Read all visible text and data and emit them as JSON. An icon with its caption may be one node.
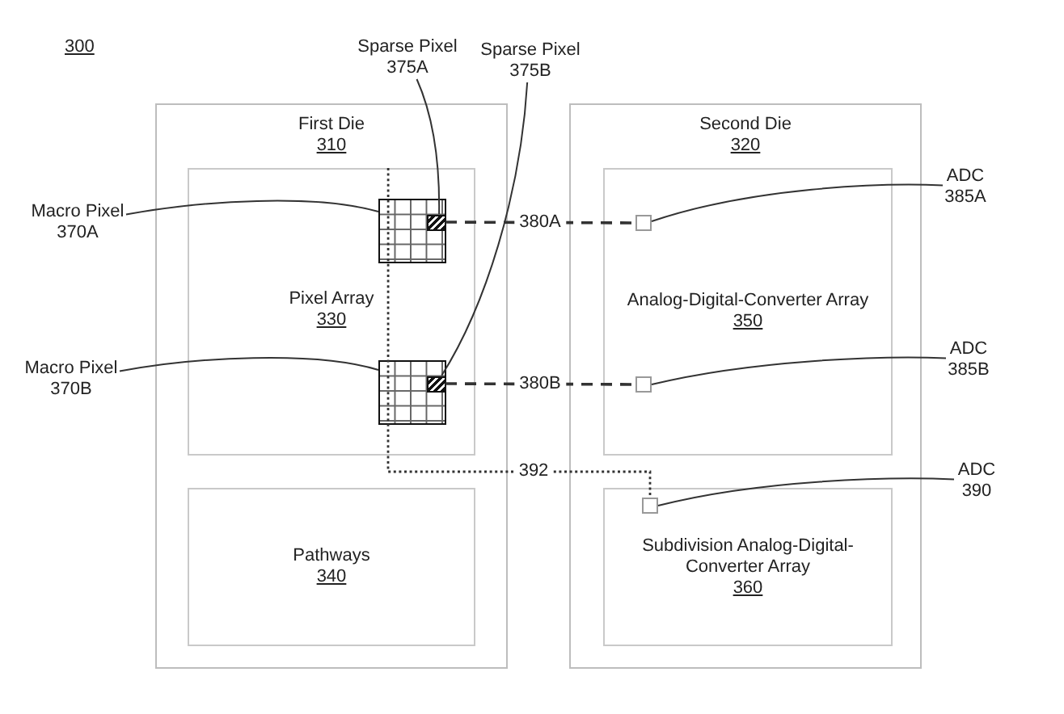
{
  "diagram": {
    "nodes": [
      {
        "text": [
          "Sparse Pixel 375A"
        ]
      },
      {
        "text": [
          "Sparse Pixel 375B"
        ]
      },
      {
        "text": [
          "First Die",
          "310"
        ]
      },
      {
        "text": [
          "Pixel Array",
          "330"
        ],
        "in": 2
      },
      {
        "text": [],
        "shape": "box",
        "in": 3
      },
      {
        "text": [],
        "shape": "box",
        "in": 4
      },
      {
        "text": [],
        "shape": "box",
        "in": 3
      },
      {
        "text": [],
        "shape": "box",
        "in": 6
      },
      {
        "text": [
          "Pathways",
          "340"
        ],
        "in": 2
      },
      {
        "text": [
          "Second Die",
          "320"
        ]
      },
      {
        "text": [
          "Analog-Digital-Converter Array",
          "350"
        ],
        "in": 9
      },
      {
        "text": [],
        "shape": "box",
        "in": 10
      },
      {
        "text": [],
        "shape": "box",
        "in": 10
      },
      {
        "text": [
          "Subdivision Analog-Digital-Converter Array",
          "360"
        ],
        "in": 9
      },
      {
        "text": [],
        "shape": "box",
        "in": 13
      },
      {
        "text": [
          "Macro Pixel 370A"
        ]
      },
      {
        "text": [
          "Macro Pixel 370B"
        ]
      },
      {
        "text": [
          "ADC 385A"
        ]
      },
      {
        "text": [
          "ADC 385B"
        ]
      },
      {
        "text": [
          "ADC 390"
        ]
      }
    ],
    "edges": [
      {
        "from": 0,
        "to": 5,
        "arrow": "none"
      },
      {
        "from": 1,
        "to": 7,
        "arrow": "none"
      },
      {
        "from": 15,
        "to": 4,
        "arrow": "none"
      },
      {
        "from": 16,
        "to": 6,
        "arrow": "none"
      },
      {
        "from": 5,
        "to": 11,
        "arrow": "none",
        "label": "380A",
        "style": "dashed"
      },
      {
        "from": 7,
        "to": 12,
        "arrow": "none",
        "label": "380B",
        "style": "dashed"
      },
      {
        "from": 3,
        "to": 14,
        "arrow": "none",
        "label": "392",
        "style": "dashed"
      },
      {
        "from": 17,
        "to": 11,
        "arrow": "none"
      },
      {
        "from": 18,
        "to": 12,
        "arrow": "none"
      },
      {
        "from": 19,
        "to": 14,
        "arrow": "none"
      }
    ],
    "labels": [
      "300"
    ]
  }
}
